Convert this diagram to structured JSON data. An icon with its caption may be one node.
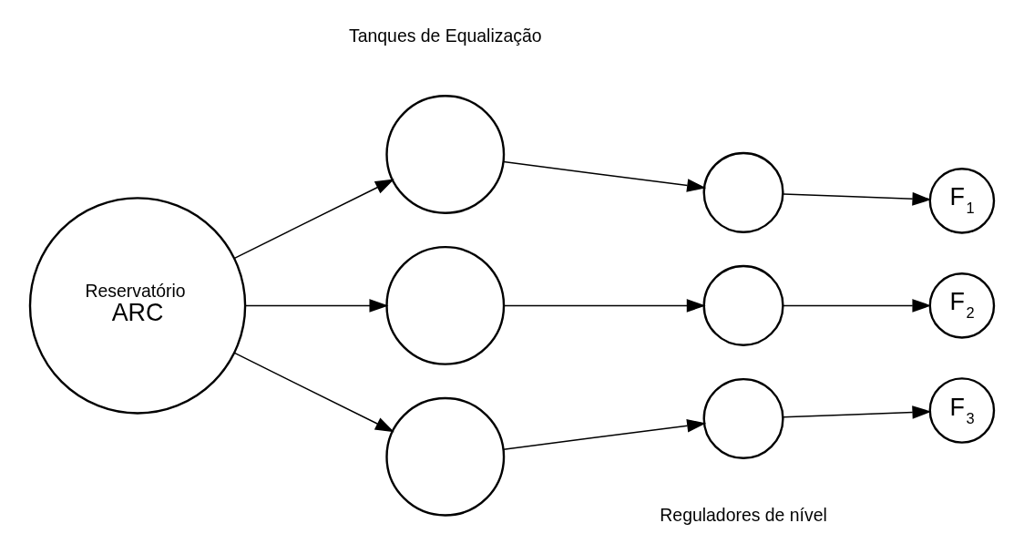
{
  "diagram": {
    "nodes": [
      {
        "text": [
          "Reservatório",
          "ARC"
        ]
      },
      {
        "text": [],
        "shape": "circle"
      },
      {
        "text": [],
        "shape": "circle"
      },
      {
        "text": [],
        "shape": "circle"
      },
      {
        "text": [],
        "shape": "circle"
      },
      {
        "text": [],
        "shape": "circle"
      },
      {
        "text": [],
        "shape": "circle"
      },
      {
        "text": [
          "F$_{1}$"
        ]
      },
      {
        "text": [
          "F$_{2}$"
        ]
      },
      {
        "text": [
          "F$_{3}$"
        ]
      }
    ],
    "edges": [
      {
        "from": 0,
        "to": 1,
        "arrow": "to"
      },
      {
        "from": 0,
        "to": 2,
        "arrow": "to"
      },
      {
        "from": 0,
        "to": 3,
        "arrow": "to"
      },
      {
        "from": 1,
        "to": 4,
        "arrow": "to"
      },
      {
        "from": 2,
        "to": 5,
        "arrow": "to"
      },
      {
        "from": 3,
        "to": 6,
        "arrow": "to"
      },
      {
        "from": 4,
        "to": 7,
        "arrow": "to"
      },
      {
        "from": 5,
        "to": 8,
        "arrow": "to"
      },
      {
        "from": 6,
        "to": 9,
        "arrow": "to"
      }
    ],
    "labels": [
      "Tanques de Equalização",
      "Reguladores de nível"
    ]
  }
}
